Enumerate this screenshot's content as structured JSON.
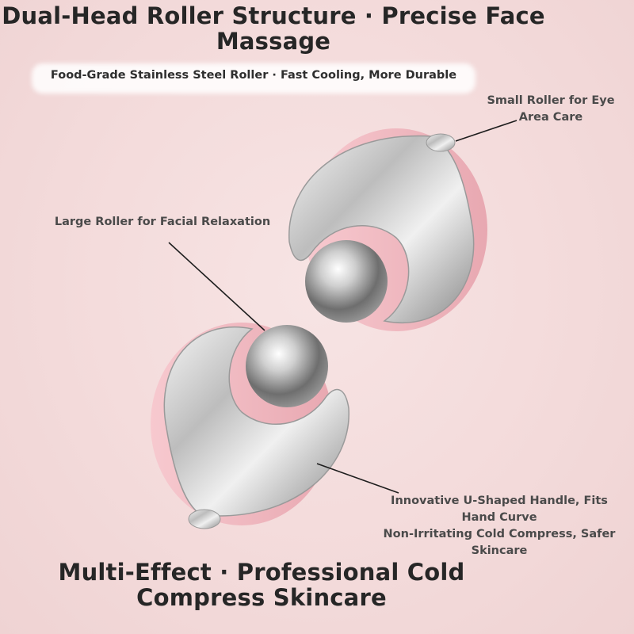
{
  "headline_top": "Dual-Head Roller Structure · Precise Face Massage",
  "subtitle": "Food-Grade Stainless Steel Roller · Fast Cooling, More Durable",
  "callouts": {
    "small_roller": "Small Roller for Eye Area Care",
    "large_roller": "Large Roller for Facial Relaxation",
    "handle_line1": "Innovative U-Shaped Handle, Fits Hand Curve",
    "handle_line2": "Non-Irritating Cold Compress, Safer Skincare"
  },
  "headline_bottom": "Multi-Effect · Professional Cold Compress Skincare",
  "colors": {
    "background": "#f3dada",
    "shell_pink": "#f0b9c0",
    "steel": "#c8c8c8",
    "text": "#262626"
  }
}
